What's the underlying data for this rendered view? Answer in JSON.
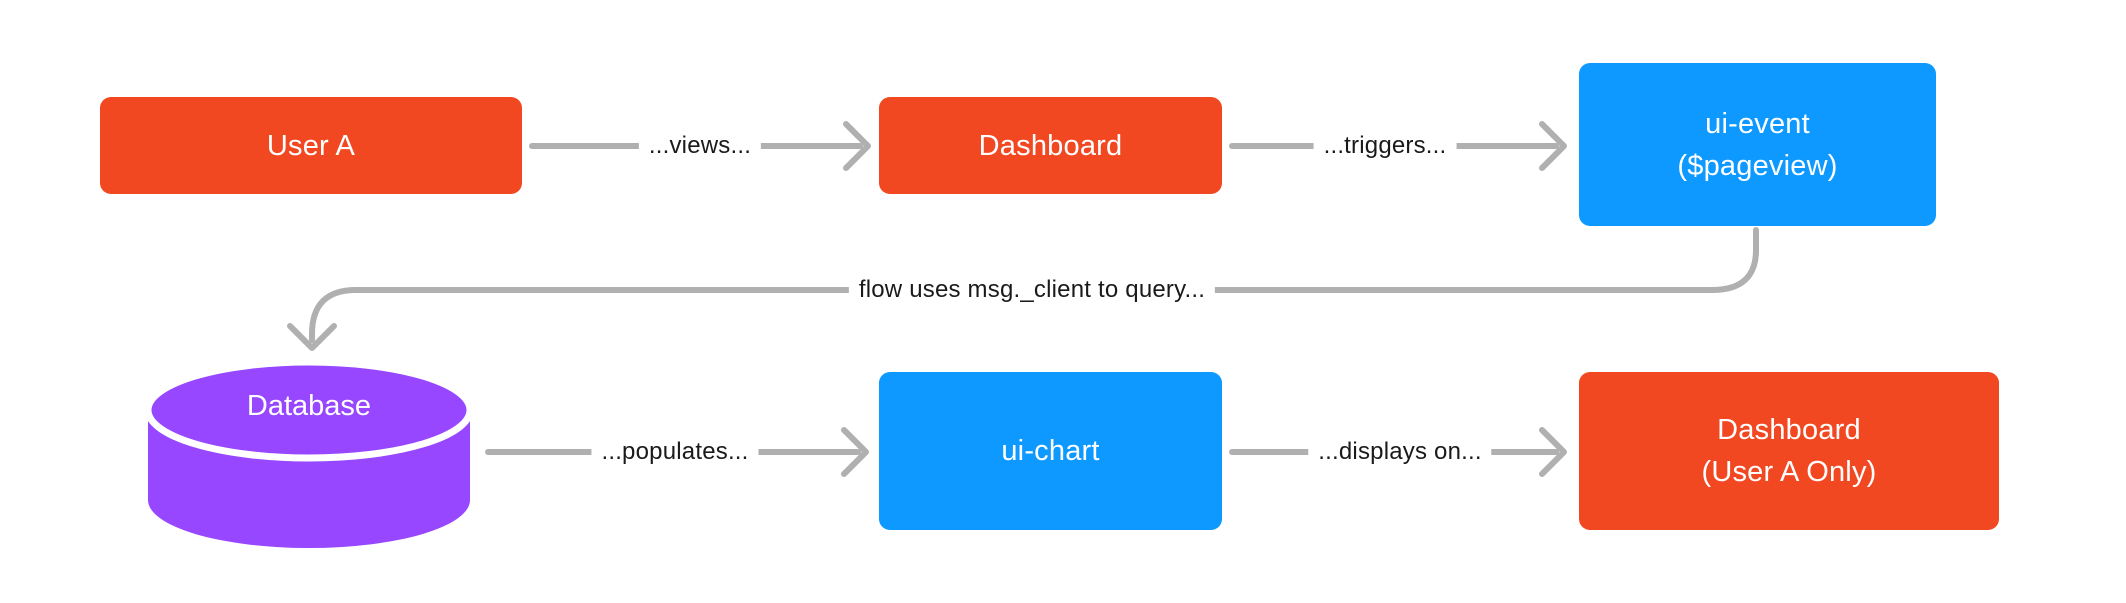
{
  "nodes": {
    "user_a": {
      "label": "User A"
    },
    "dashboard": {
      "label": "Dashboard"
    },
    "ui_event": {
      "line1": "ui-event",
      "line2": "($pageview)"
    },
    "database": {
      "label": "Database"
    },
    "ui_chart": {
      "label": "ui-chart"
    },
    "dashboard_user_a": {
      "line1": "Dashboard",
      "line2": "(User A Only)"
    }
  },
  "edges": {
    "views": {
      "label": "...views..."
    },
    "triggers": {
      "label": "...triggers..."
    },
    "query": {
      "label": "flow uses msg._client to query..."
    },
    "populates": {
      "label": "...populates..."
    },
    "displays": {
      "label": "...displays on..."
    }
  },
  "colors": {
    "node_red": "#F24822",
    "node_blue": "#0D99FF",
    "node_purple": "#9747FF",
    "connector_gray": "#B0B0B0",
    "node_text": "#FFFFFF",
    "label_text": "#1A1A1A",
    "background": "#FFFFFF"
  }
}
